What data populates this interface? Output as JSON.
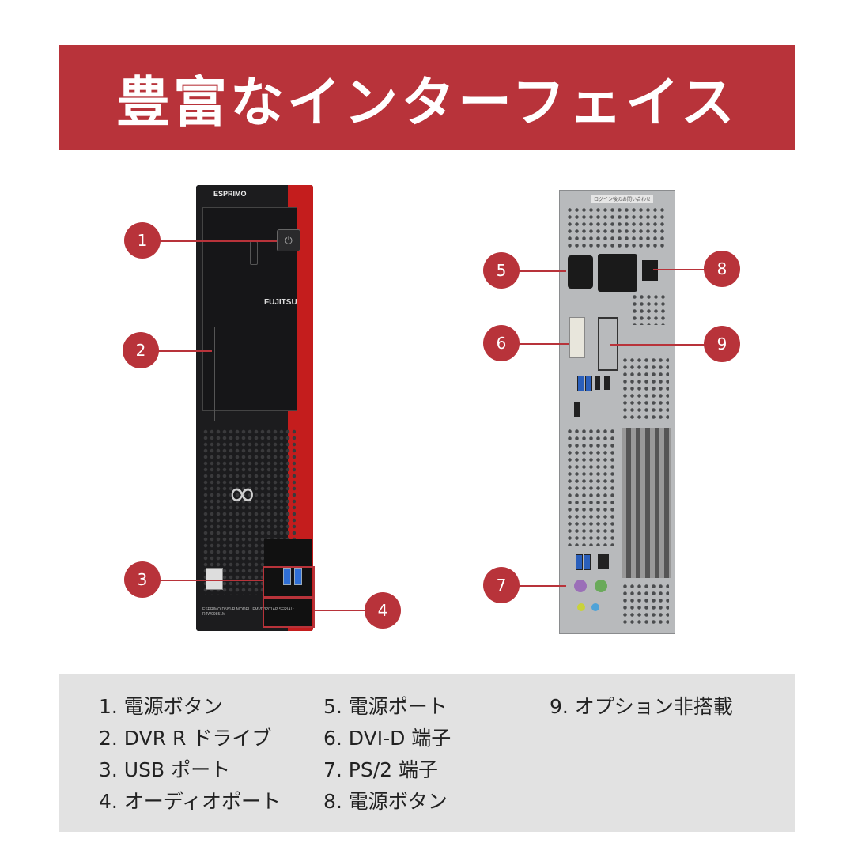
{
  "title": "豊富なインターフェイス",
  "front": {
    "brand": "ESPRIMO",
    "maker": "FUJITSU",
    "model_label": "ESPRIMO D581/R MODEL: FMVD3201AP SERIAL: R4W09851M"
  },
  "rear": {
    "sticker": "ログイン後のお問い合わせ"
  },
  "callouts": [
    "1",
    "2",
    "3",
    "4",
    "5",
    "6",
    "7",
    "8",
    "9"
  ],
  "legend": {
    "col1": [
      "1. 電源ボタン",
      "2. DVR R ドライブ",
      "3. USB ポート",
      "4. オーディオポート"
    ],
    "col2": [
      "5. 電源ポート",
      "6. DVI-D 端子",
      "7. PS/2 端子",
      "8. 電源ボタン"
    ],
    "col3": [
      "9. オプション非搭載"
    ]
  },
  "colors": {
    "accent": "#b8333a",
    "legend_bg": "#e2e2e2"
  }
}
